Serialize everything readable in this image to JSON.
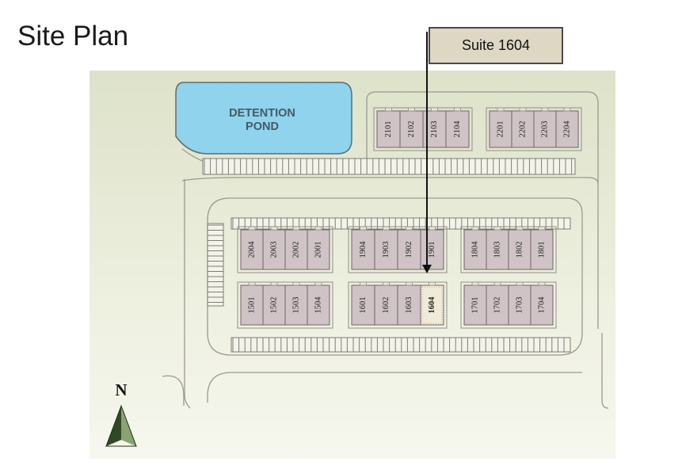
{
  "title": "Site Plan",
  "callout": {
    "label": "Suite 1604"
  },
  "pond": {
    "line1": "DETENTION",
    "line2": "POND"
  },
  "north": {
    "label": "N"
  },
  "colors": {
    "ground": "#e6e9d8",
    "pond": "#8fd3ec",
    "building": "#cfc3c6",
    "building_stroke": "#6e6466",
    "road_line": "#9a9a8e",
    "highlight": "#f0ead8"
  },
  "highlighted_unit": "1604",
  "buildings": [
    {
      "id": "building-2100",
      "units": [
        "2101",
        "2102",
        "2103",
        "2104"
      ]
    },
    {
      "id": "building-2200",
      "units": [
        "2201",
        "2202",
        "2203",
        "2204"
      ]
    },
    {
      "id": "building-2000",
      "units": [
        "2004",
        "2003",
        "2002",
        "2001"
      ]
    },
    {
      "id": "building-1900",
      "units": [
        "1904",
        "1903",
        "1902",
        "1901"
      ]
    },
    {
      "id": "building-1800",
      "units": [
        "1804",
        "1803",
        "1802",
        "1801"
      ]
    },
    {
      "id": "building-1500",
      "units": [
        "1501",
        "1502",
        "1503",
        "1504"
      ]
    },
    {
      "id": "building-1600",
      "units": [
        "1601",
        "1602",
        "1603",
        "1604"
      ]
    },
    {
      "id": "building-1700",
      "units": [
        "1701",
        "1702",
        "1703",
        "1704"
      ]
    }
  ]
}
